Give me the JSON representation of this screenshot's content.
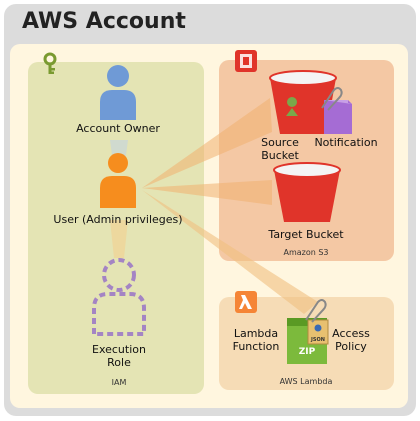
{
  "account": {
    "title": "AWS Account"
  },
  "iam": {
    "label": "IAM",
    "account_owner": "Account Owner",
    "user": "User (Admin privileges)",
    "execution_role": [
      "Execution",
      "Role"
    ]
  },
  "s3": {
    "label": "Amazon S3",
    "source_bucket": [
      "Source",
      "Bucket"
    ],
    "notification": "Notification",
    "target_bucket": "Target Bucket"
  },
  "lambda": {
    "label": "AWS Lambda",
    "function": [
      "Lambda",
      "Function"
    ],
    "access_policy": [
      "Access",
      "Policy"
    ],
    "zip_text": "ZIP",
    "json_text": "JSON"
  },
  "icons": {
    "key": "key-icon",
    "s3": "s3-icon",
    "lambda": "lambda-icon",
    "paperclip": "paperclip-icon"
  },
  "colors": {
    "user": "#f68d1e",
    "owner": "#6f9ad6",
    "role_dashed": "#a484c4",
    "bucket": "#e0342a",
    "zip": "#7cba3c",
    "notification": "#a56cd4"
  }
}
